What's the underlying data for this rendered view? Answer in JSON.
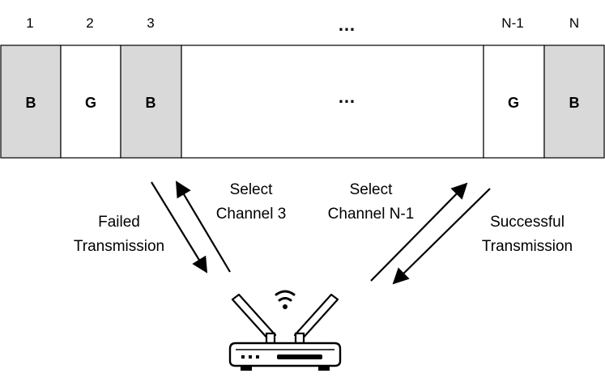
{
  "channel_numbers": [
    "1",
    "2",
    "3",
    "…",
    "N-1",
    "N"
  ],
  "cells": [
    {
      "label": "B",
      "state": "busy"
    },
    {
      "label": "G",
      "state": "good"
    },
    {
      "label": "B",
      "state": "busy"
    },
    {
      "label": "…",
      "state": "gap"
    },
    {
      "label": "G",
      "state": "good"
    },
    {
      "label": "B",
      "state": "busy"
    }
  ],
  "colors": {
    "busy": "#d9d9d9",
    "good": "#ffffff",
    "gap": "#ffffff",
    "stroke": "#000000"
  },
  "captions": {
    "failed": [
      "Failed",
      "Transmission"
    ],
    "select3": [
      "Select",
      "Channel 3"
    ],
    "selectN1": [
      "Select",
      "Channel N-1"
    ],
    "successful": [
      "Successful",
      "Transmission"
    ]
  },
  "icons": {
    "router": "wifi-router-icon"
  }
}
